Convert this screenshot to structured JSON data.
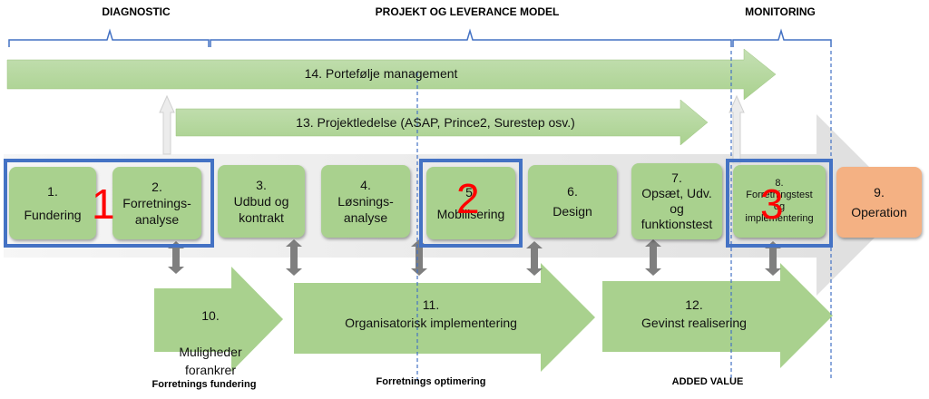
{
  "headers": {
    "diagnostic": "DIAGNOSTIC",
    "project_model": "PROJEKT OG LEVERANCE MODEL",
    "monitoring": "MONITORING"
  },
  "arrows": {
    "portfolio": "14. Portefølje management",
    "project_mgmt": "13. Projektledelse (ASAP, Prince2, Surestep osv.)"
  },
  "steps": [
    {
      "num": "1.",
      "label": "Fundering"
    },
    {
      "num": "2.",
      "label": "Forretnings-\nanalyse"
    },
    {
      "num": "3.",
      "label": "Udbud og\nkontrakt"
    },
    {
      "num": "4.",
      "label": "Løsnings-\nanalyse"
    },
    {
      "num": "5.",
      "label": "Mobilisering"
    },
    {
      "num": "6.",
      "label": "Design"
    },
    {
      "num": "7.",
      "label": "Opsæt, Udv.\nog\nfunktionstest"
    },
    {
      "num": "8.",
      "label": "Forretningstest\nog\nimplementering"
    },
    {
      "num": "9.",
      "label": "Operation"
    }
  ],
  "bottom_arrows": [
    {
      "num": "10.",
      "label": "Muligheder\nforankrer"
    },
    {
      "num": "11.",
      "label": "Organisatorisk implementering"
    },
    {
      "num": "12.",
      "label": "Gevinst realisering"
    }
  ],
  "markers": [
    "1",
    "2",
    "3"
  ],
  "footers": {
    "business_foundation": "Forretnings fundering",
    "business_optimization": "Forretnings optimering",
    "added_value": "ADDED VALUE"
  },
  "colors": {
    "step_green": "#a9d18e",
    "operation_orange": "#f4b183",
    "highlight_blue": "#4472c4",
    "marker_red": "#ff0000",
    "arrow_gray": "#e6e6e6"
  }
}
